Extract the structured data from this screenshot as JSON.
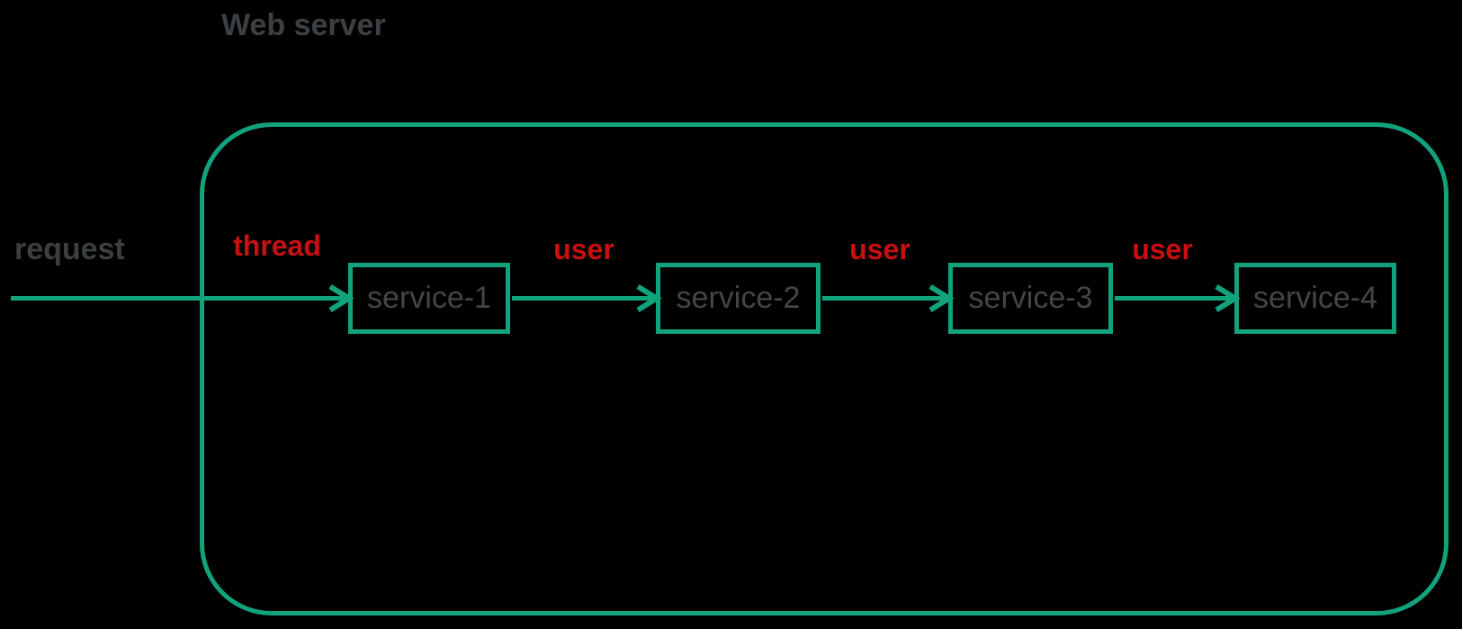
{
  "diagram": {
    "type": "flow-diagram",
    "container_label": "Web server",
    "request_label": "request",
    "services": [
      {
        "label": "service-1"
      },
      {
        "label": "service-2"
      },
      {
        "label": "service-3"
      },
      {
        "label": "service-4"
      }
    ],
    "edges": [
      {
        "from": "request",
        "to": "service-1",
        "label": "thread"
      },
      {
        "from": "service-1",
        "to": "service-2",
        "label": "user"
      },
      {
        "from": "service-2",
        "to": "service-3",
        "label": "user"
      },
      {
        "from": "service-3",
        "to": "service-4",
        "label": "user"
      }
    ],
    "colors": {
      "background": "#000000",
      "accent_teal": "#12a37c",
      "edge_label_red": "#c90f0f",
      "title_gray": "#3d4043",
      "service_text_gray": "#434649"
    }
  }
}
